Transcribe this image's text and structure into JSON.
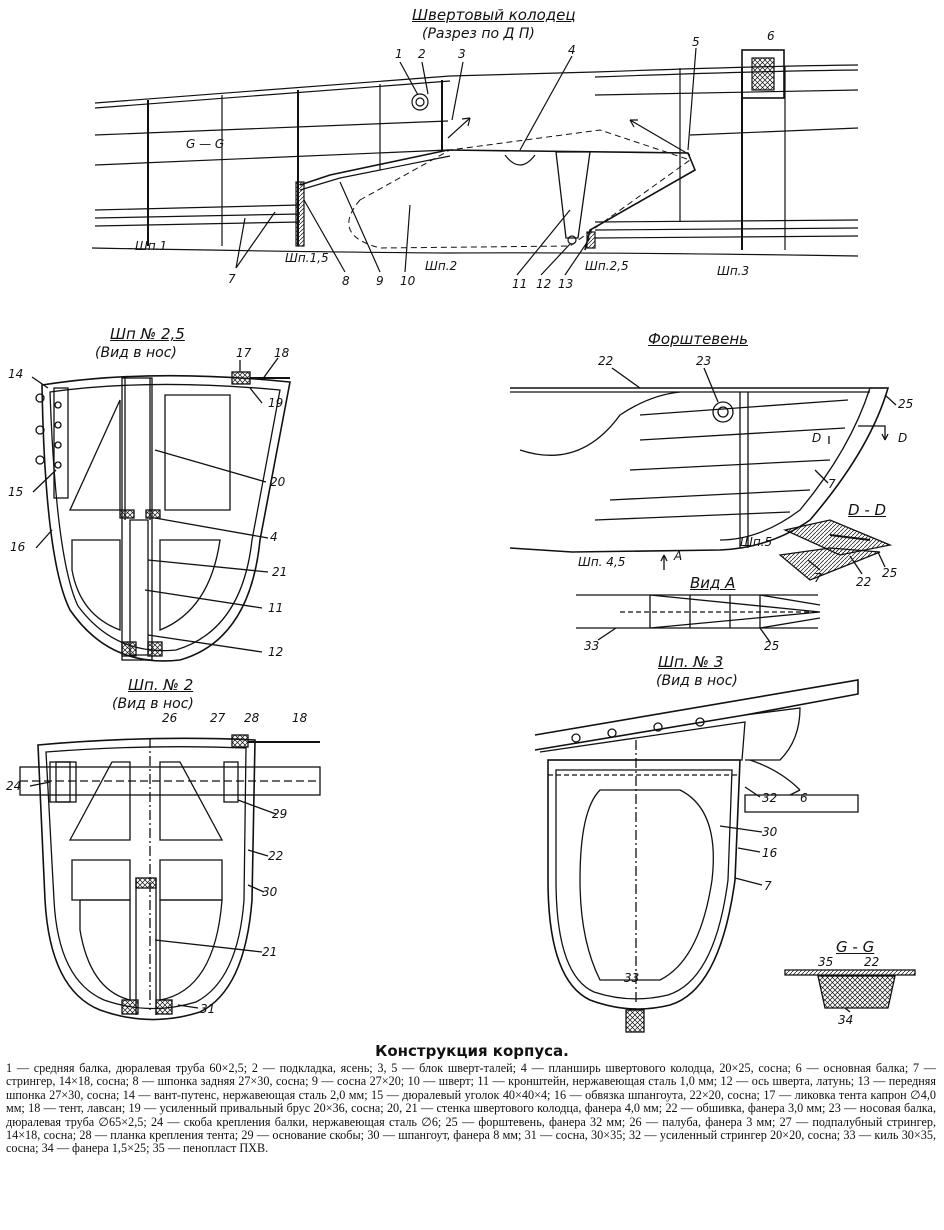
{
  "views": {
    "main": {
      "title": "Швертовый колодец",
      "subtitle": "(Разрез по Д П)"
    },
    "sec25": {
      "title": "Шп № 2,5",
      "subtitle": "(Вид в нос)"
    },
    "forstev": {
      "title": "Форштевень"
    },
    "sec2": {
      "title": "Шп. № 2",
      "subtitle": "(Вид в нос)"
    },
    "sec3": {
      "title": "Шп. № 3",
      "subtitle": "(Вид в нос)"
    },
    "dd": {
      "title": "D - D"
    },
    "vidA": {
      "title": "Вид А"
    },
    "gg": {
      "title": "G - G"
    }
  },
  "labels": {
    "shp1": "Шп.1",
    "shp15": "Шп.1,5",
    "shp2": "Шп.2",
    "shp25": "Шп.2,5",
    "shp3": "Шп.3",
    "shp45": "Шп. 4,5",
    "shp5": "Шп.5",
    "gg_mark": "G — G",
    "d_mark": "D",
    "a_mark": "A"
  },
  "caption": "Конструкция корпуса.",
  "legend": "1 — средняя балка, дюралевая труба 60×2,5; 2 — подкладка, ясень; 3, 5 — блок шверт-талей; 4 — планширь швертового колодца, 20×25, сосна; 6 — основная балка; 7 — стрингер, 14×18, сосна; 8 — шпонка задняя 27×30, сосна; 9 — сосна 27×20; 10 — шверт; 11 — кронштейн, нержавеющая сталь 1,0 мм; 12 — ось шверта, латунь; 13 — передняя шпонка 27×30, сосна; 14 — вант-путенс, нержавеющая сталь 2,0 мм; 15 — дюралевый уголок 40×40×4; 16 — обвязка шпангоута, 22×20, сосна; 17 — ликовка тента капрон ∅4,0 мм; 18 — тент, лавсан; 19 — усиленный привальный брус 20×36, сосна; 20, 21 — стенка швертового колодца, фанера 4,0 мм; 22 — обшивка, фанера 3,0 мм; 23 — носовая балка, дюралевая труба ∅65×2,5; 24 — скоба крепления балки, нержавеющая сталь ∅6; 25 — форштевень, фанера 32 мм; 26 — палуба, фанера 3 мм; 27 — подпалубный стрингер, 14×18, сосна; 28 — планка крепления тента; 29 — основание скобы; 30 — шпангоут, фанера 8 мм; 31 — сосна, 30×35; 32 — усиленный стрингер 20×20, сосна; 33 — киль 30×35, сосна; 34 — фанера 1,5×25; 35 — пенопласт ПХВ.",
  "callouts": {
    "c1": "1",
    "c2": "2",
    "c3": "3",
    "c4": "4",
    "c5": "5",
    "c6": "6",
    "c7": "7",
    "c8": "8",
    "c9": "9",
    "c10": "10",
    "c11": "11",
    "c12": "12",
    "c13": "13",
    "c14": "14",
    "c15": "15",
    "c16": "16",
    "c17": "17",
    "c18": "18",
    "c19": "19",
    "c20": "20",
    "c21": "21",
    "c22": "22",
    "c23": "23",
    "c24": "24",
    "c25": "25",
    "c26": "26",
    "c27": "27",
    "c28": "28",
    "c29": "29",
    "c30": "30",
    "c31": "31",
    "c32": "32",
    "c33": "33",
    "c34": "34",
    "c35": "35"
  }
}
